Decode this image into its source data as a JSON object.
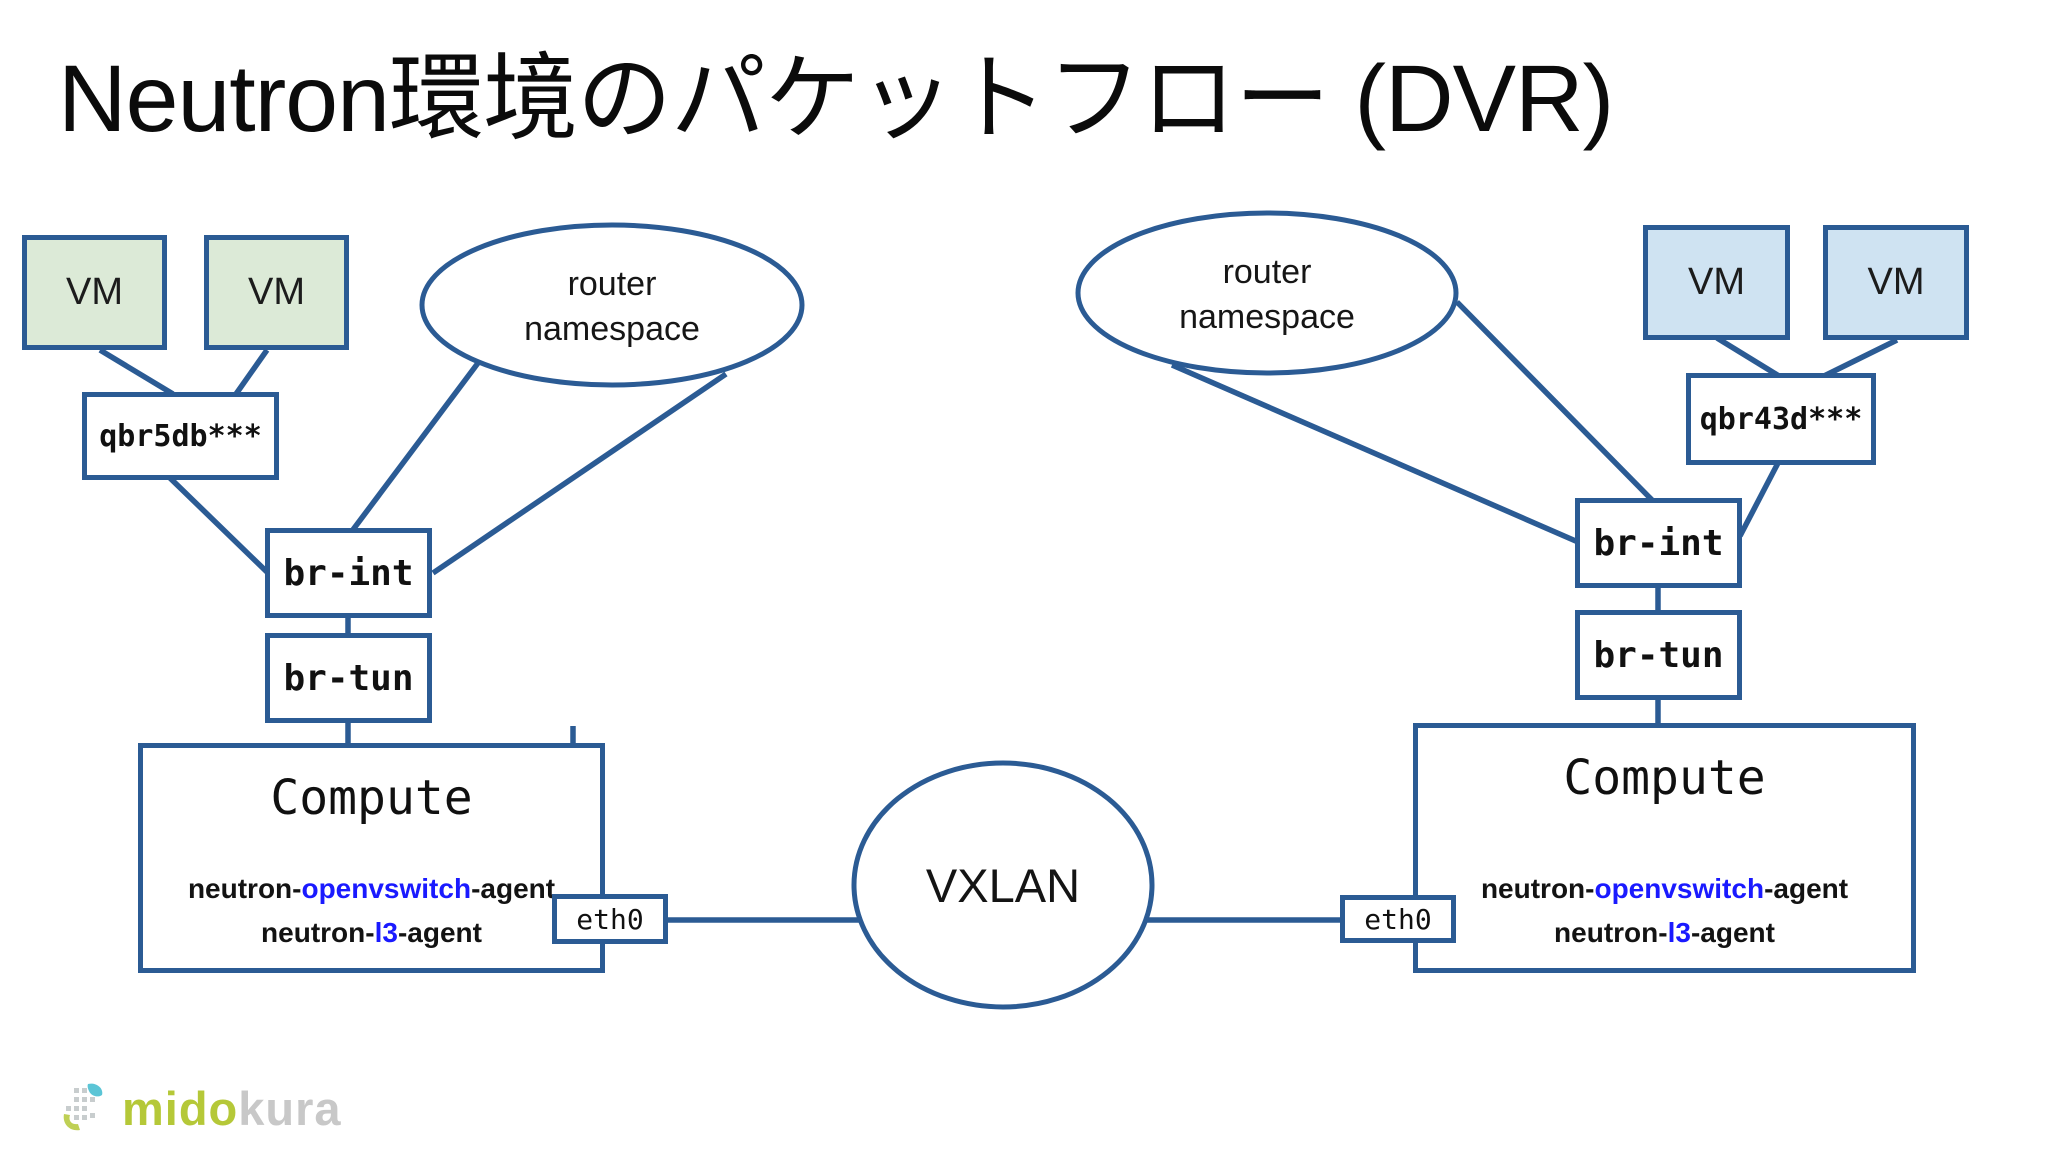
{
  "title": "Neutron環境のパケットフロー (DVR)",
  "colors": {
    "accent": "#2b5b94",
    "ink": "#141414",
    "vm_green": "#dcead7",
    "vm_blue": "#cfe3f2",
    "hl_blue": "#1a1aff",
    "logo_green": "#b5c838",
    "logo_gray": "#c8c8c8",
    "logo_teal": "#3fbcd0"
  },
  "icons": {
    "logo": "midokura-logo-icon"
  },
  "left": {
    "vms": [
      "VM",
      "VM"
    ],
    "qbr": "qbr5db***",
    "br_int": "br-int",
    "br_tun": "br-tun",
    "router_namespace": {
      "line1": "router",
      "line2": "namespace"
    },
    "compute": {
      "title": "Compute",
      "agents": [
        {
          "pre": "neutron-",
          "hl": "openvswitch",
          "post": "-agent"
        },
        {
          "pre": "neutron-",
          "hl": "l3",
          "post": "-agent"
        }
      ]
    },
    "eth": "eth0"
  },
  "right": {
    "vms": [
      "VM",
      "VM"
    ],
    "qbr": "qbr43d***",
    "br_int": "br-int",
    "br_tun": "br-tun",
    "router_namespace": {
      "line1": "router",
      "line2": "namespace"
    },
    "compute": {
      "title": "Compute",
      "agents": [
        {
          "pre": "neutron-",
          "hl": "openvswitch",
          "post": "-agent"
        },
        {
          "pre": "neutron-",
          "hl": "l3",
          "post": "-agent"
        }
      ]
    },
    "eth": "eth0"
  },
  "center": {
    "vxlan": "VXLAN"
  },
  "footer": {
    "logo": {
      "mido": "mido",
      "kura": "kura"
    }
  }
}
